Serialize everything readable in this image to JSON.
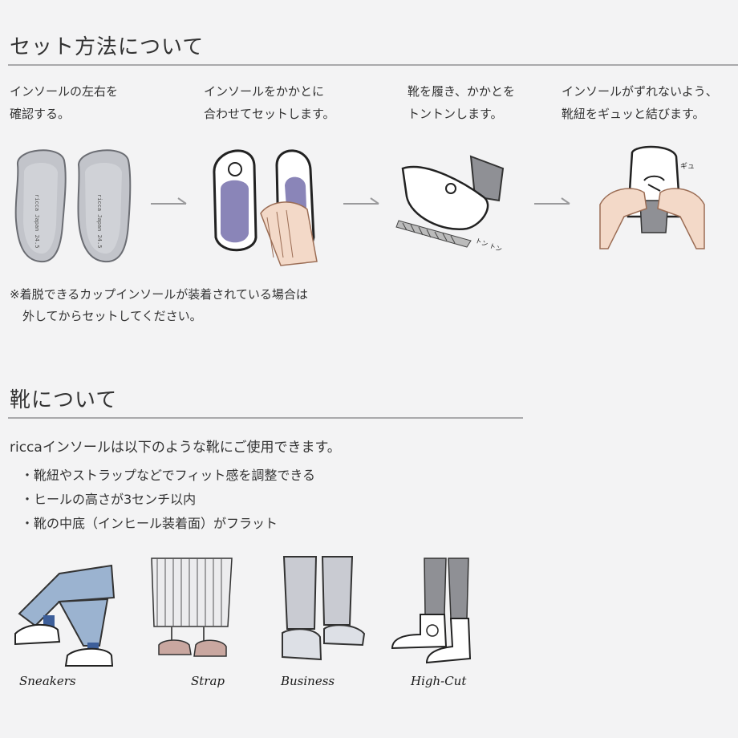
{
  "setup": {
    "title": "セット方法について",
    "steps": [
      {
        "line1": "インソールの左右を",
        "line2": "確認する。"
      },
      {
        "line1": "インソールをかかとに",
        "line2": "合わせてセットします。"
      },
      {
        "line1": "靴を履き、かかとを",
        "line2": "トントンします。"
      },
      {
        "line1": "インソールがずれないよう、",
        "line2": "靴紐をギュッと結びます。"
      }
    ],
    "insole_stamp": "ricca Japan 24.5",
    "sound_word": "トン トン",
    "tug_word": "ギュ",
    "note_line1": "※着脱できるカップインソールが装着されている場合は",
    "note_line2": "外してからセットしてください。"
  },
  "shoes": {
    "title": "靴について",
    "intro": "riccaインソールは以下のような靴にご使用できます。",
    "bullets": [
      "・靴紐やストラップなどでフィット感を調整できる",
      "・ヒールの高さが3センチ以内",
      "・靴の中底（インヒール装着面）がフラット"
    ],
    "types": [
      "Sneakers",
      "Strap",
      "Business",
      "High-Cut"
    ]
  },
  "colors": {
    "background": "#f3f3f4",
    "rule": "#a9a9ab",
    "insole_gray": "#b4b6bd",
    "insole_purple": "#8a85b8",
    "denim": "#9bb3d0",
    "sock_gray": "#8f9095",
    "skin": "#f3d9c8",
    "sock_blue": "#3d5f9a",
    "strap_pink": "#c9a7a0"
  }
}
